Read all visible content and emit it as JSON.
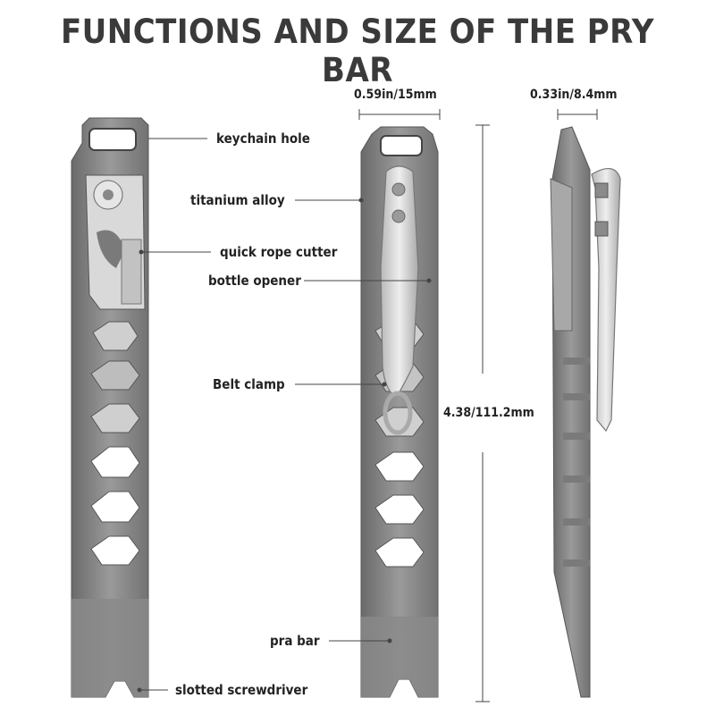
{
  "title": "FUNCTIONS AND SIZE OF THE PRY BAR",
  "labels": {
    "keychain_hole": "keychain hole",
    "titanium_alloy": "titanium alloy",
    "quick_rope_cutter": "quick rope cutter",
    "bottle_opener": "bottle opener",
    "belt_clamp": "Belt clamp",
    "pra_bar": "pra bar",
    "slotted_screwdriver": "slotted screwdriver"
  },
  "dimensions": {
    "width": "0.59in/15mm",
    "thickness": "0.33in/8.4mm",
    "length": "4.38/111.2mm"
  },
  "colors": {
    "metal_dark": "#6f6f6f",
    "metal_mid": "#8c8c8c",
    "metal_light": "#a6a6a6",
    "clip": "#c9c9c9",
    "text": "#222222"
  }
}
